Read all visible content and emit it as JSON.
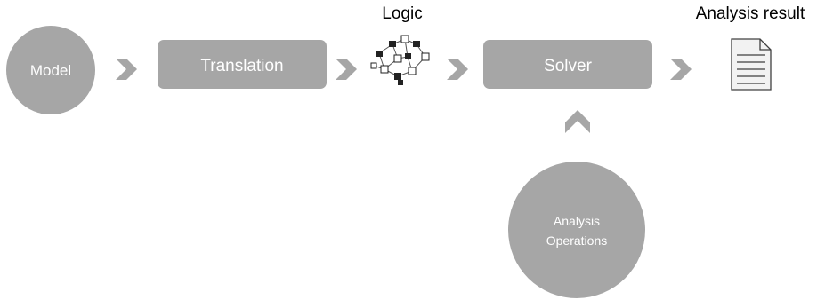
{
  "colors": {
    "node_fill": "#a6a6a6",
    "arrow_fill": "#a6a6a6",
    "text_on_node": "#ffffff",
    "label_text": "#000000",
    "doc_fill": "#f2f2f2",
    "doc_stroke": "#404040"
  },
  "nodes": {
    "model": {
      "label": "Model",
      "shape": "circle"
    },
    "translation": {
      "label": "Translation",
      "shape": "rounded-rect"
    },
    "solver": {
      "label": "Solver",
      "shape": "rounded-rect"
    },
    "analysis_operations": {
      "label_line1": "Analysis",
      "label_line2": "Operations",
      "shape": "circle"
    }
  },
  "logic": {
    "label": "Logic",
    "icon": "logic-graph-icon"
  },
  "result": {
    "label": "Analysis result",
    "icon": "document-icon"
  },
  "arrows": [
    "chevron-right",
    "chevron-right",
    "chevron-right",
    "chevron-right",
    "chevron-up"
  ]
}
